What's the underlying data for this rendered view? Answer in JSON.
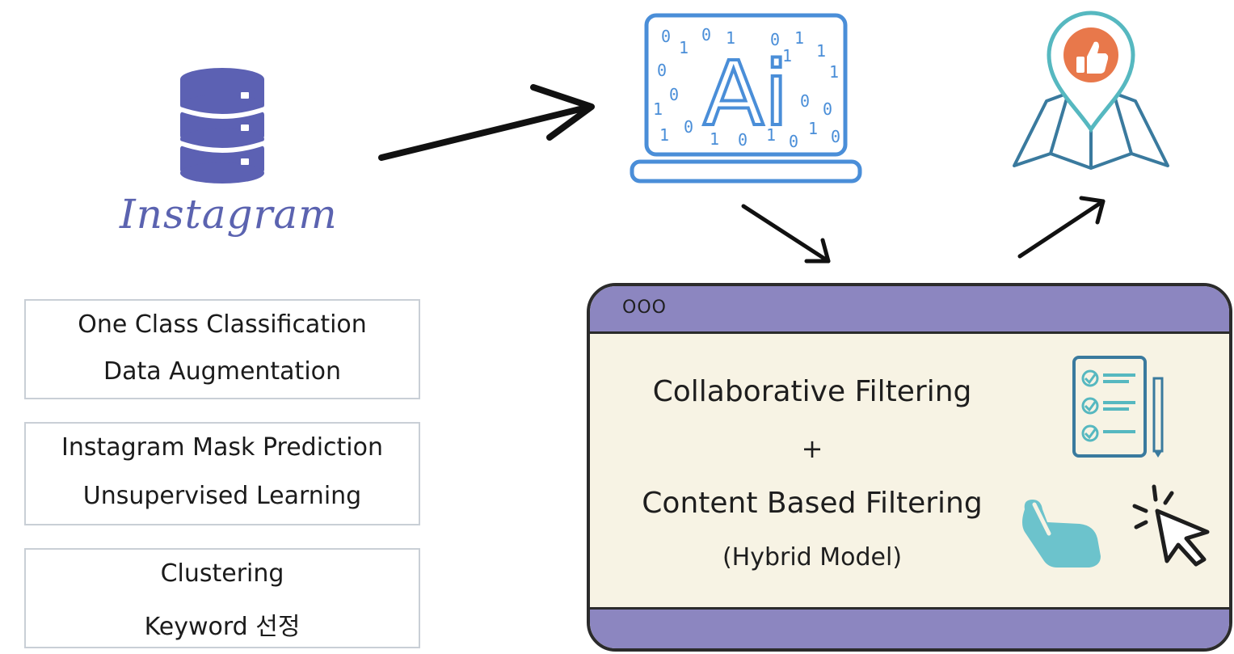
{
  "source": {
    "label": "Instagram",
    "boxes": [
      {
        "line1": "One Class Classification",
        "line2": "Data Augmentation"
      },
      {
        "line1": "Instagram Mask Prediction",
        "line2": "Unsupervised Learning"
      },
      {
        "line1": "Clustering",
        "line2": "Keyword 선정"
      }
    ]
  },
  "ai": {
    "label": "Ai",
    "bits": [
      "0",
      "1",
      "0",
      "1",
      "1",
      "0",
      "1",
      "0",
      "1",
      "0",
      "0",
      "1",
      "0",
      "1",
      "0",
      "1",
      "0",
      "1",
      "0",
      "1",
      "0",
      "1"
    ]
  },
  "model_window": {
    "dots": "OOO",
    "line1": "Collaborative Filtering",
    "plus": "+",
    "line2": "Content Based Filtering",
    "line3": "(Hybrid Model)"
  },
  "colors": {
    "database": "#5c61b3",
    "laptop": "#4a8ed8",
    "pin_teal": "#56b8c0",
    "pin_orange": "#e8784b",
    "map_stroke": "#3a7a9e",
    "window_bar": "#8c86c0",
    "window_body": "#f7f3e4"
  }
}
